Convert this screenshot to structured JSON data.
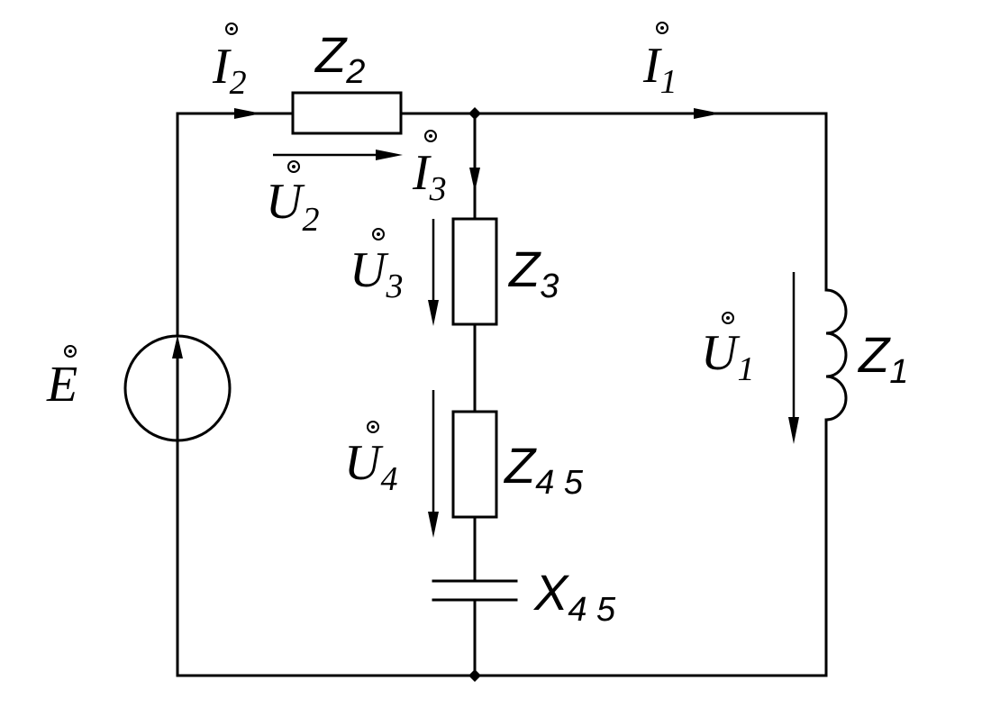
{
  "labels": {
    "E": {
      "main": "E",
      "sub": ""
    },
    "I2": {
      "main": "I",
      "sub": "2"
    },
    "I1": {
      "main": "I",
      "sub": "1"
    },
    "I3": {
      "main": "I",
      "sub": "3"
    },
    "U2": {
      "main": "U",
      "sub": "2"
    },
    "U3": {
      "main": "U",
      "sub": "3"
    },
    "U4": {
      "main": "U",
      "sub": "4"
    },
    "U1": {
      "main": "U",
      "sub": "1"
    },
    "Z2": {
      "main": "Z",
      "sub": "2"
    },
    "Z3": {
      "main": "Z",
      "sub": "3"
    },
    "Z45": {
      "main": "Z",
      "sub": "4 5"
    },
    "Z1": {
      "main": "Z",
      "sub": "1"
    },
    "X45": {
      "main": "X",
      "sub": "4 5"
    }
  }
}
